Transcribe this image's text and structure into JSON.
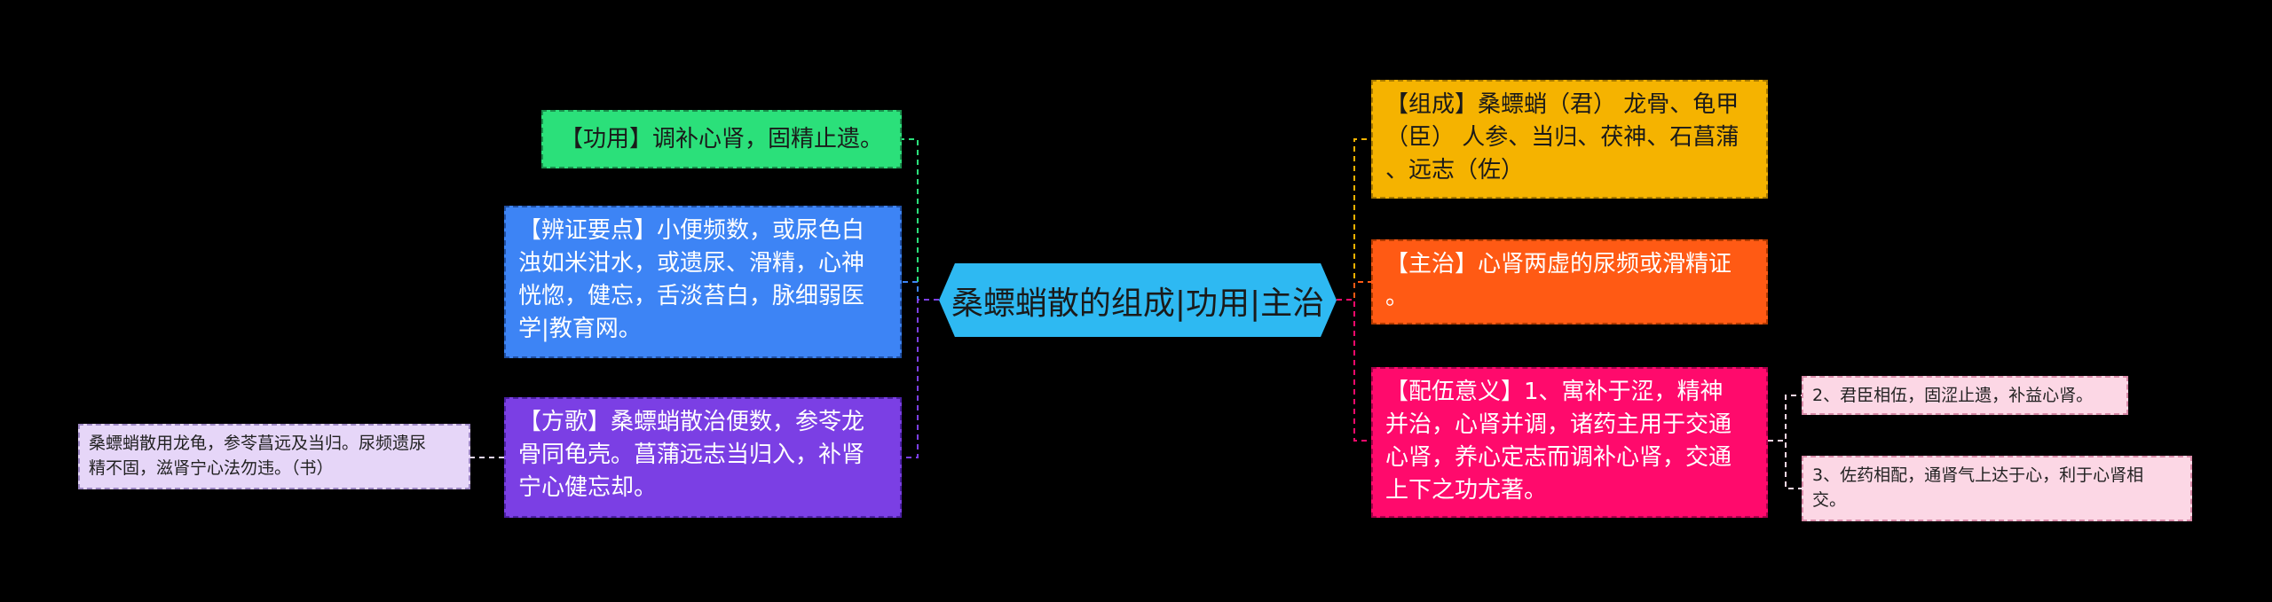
{
  "center": {
    "title": "桑螵蛸散的组成|功用|主治"
  },
  "left": {
    "gongyong": {
      "text": "【功用】调补心肾，固精止遗。",
      "color": "#2BE07A"
    },
    "bianzheng": {
      "lines": [
        "【辨证要点】小便频数，或尿色白",
        "浊如米泔水，或遗尿、滑精，心神",
        "恍惚，健忘，舌淡苔白，脉细弱医",
        "学|教育网。"
      ],
      "color": "#3D84F5"
    },
    "fangge": {
      "lines": [
        "【方歌】桑螵蛸散治便数，参苓龙",
        "骨同龟壳。菖蒲远志当归入，补肾",
        "宁心健忘却。"
      ],
      "color": "#7B3FE4"
    },
    "fangge_child": {
      "lines": [
        "桑螵蛸散用龙龟，参苓菖远及当归。尿频遗尿",
        "精不固，滋肾宁心法勿违。（书）"
      ],
      "color": "#E6D6F8"
    }
  },
  "right": {
    "zucheng": {
      "lines": [
        "【组成】桑螵蛸（君） 龙骨、龟甲",
        "（臣） 人参、当归、茯神、石菖蒲",
        "、远志（佐）"
      ],
      "color": "#F5B300"
    },
    "zhuzhi": {
      "lines": [
        "【主治】心肾两虚的尿频或滑精证",
        "。"
      ],
      "color": "#FF5A14"
    },
    "peiwu": {
      "lines": [
        "【配伍意义】1、寓补于涩，精神",
        "并治，心肾并调，诸药主用于交通",
        "心肾，养心定志而调补心肾，交通",
        "上下之功尤著。"
      ],
      "color": "#FF0A6C"
    },
    "peiwu_child1": {
      "lines": [
        "2、君臣相伍，固涩止遗，补益心肾。"
      ],
      "color": "#FCD7E5"
    },
    "peiwu_child2": {
      "lines": [
        "3、佐药相配，通肾气上达于心，利于心肾相",
        "交。"
      ],
      "color": "#FCD7E5"
    }
  }
}
